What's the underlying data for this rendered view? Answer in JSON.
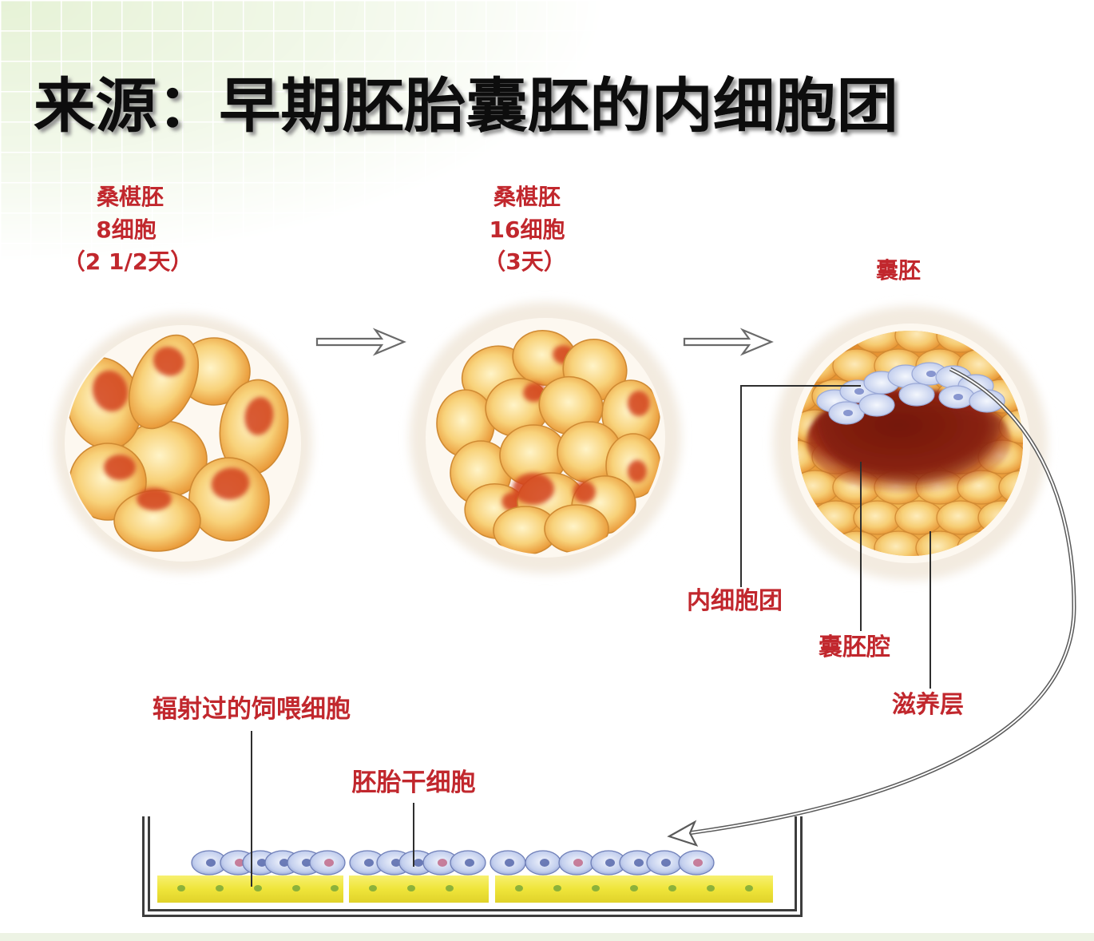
{
  "title": "来源：早期胚胎囊胚的内细胞团",
  "stages": [
    {
      "name": "桑椹胚",
      "cells": "8细胞",
      "age": "（2 1/2天）"
    },
    {
      "name": "桑椹胚",
      "cells": "16细胞",
      "age": "（3天）"
    },
    {
      "name": "囊胚"
    }
  ],
  "blastocyst_parts": {
    "inner_cell_mass": "内细胞团",
    "blastocoel": "囊胚腔",
    "trophoblast": "滋养层"
  },
  "culture_dish": {
    "feeder_cells": "辐射过的饲喂细胞",
    "stem_cells": "胚胎干细胞"
  },
  "icons": {
    "stage_arrow": "arrow-right-icon",
    "transfer_arrow": "curved-arrow-icon"
  },
  "colors": {
    "label": "#c1272d",
    "title": "#111111",
    "cell": "#f2a93b",
    "nucleus": "#d2401a",
    "cavity": "#7a1a10",
    "inner_cell_mass": "#e3e9f7",
    "stem_cell": "#b9c6ea",
    "feeder_cell": "#efe53a"
  }
}
